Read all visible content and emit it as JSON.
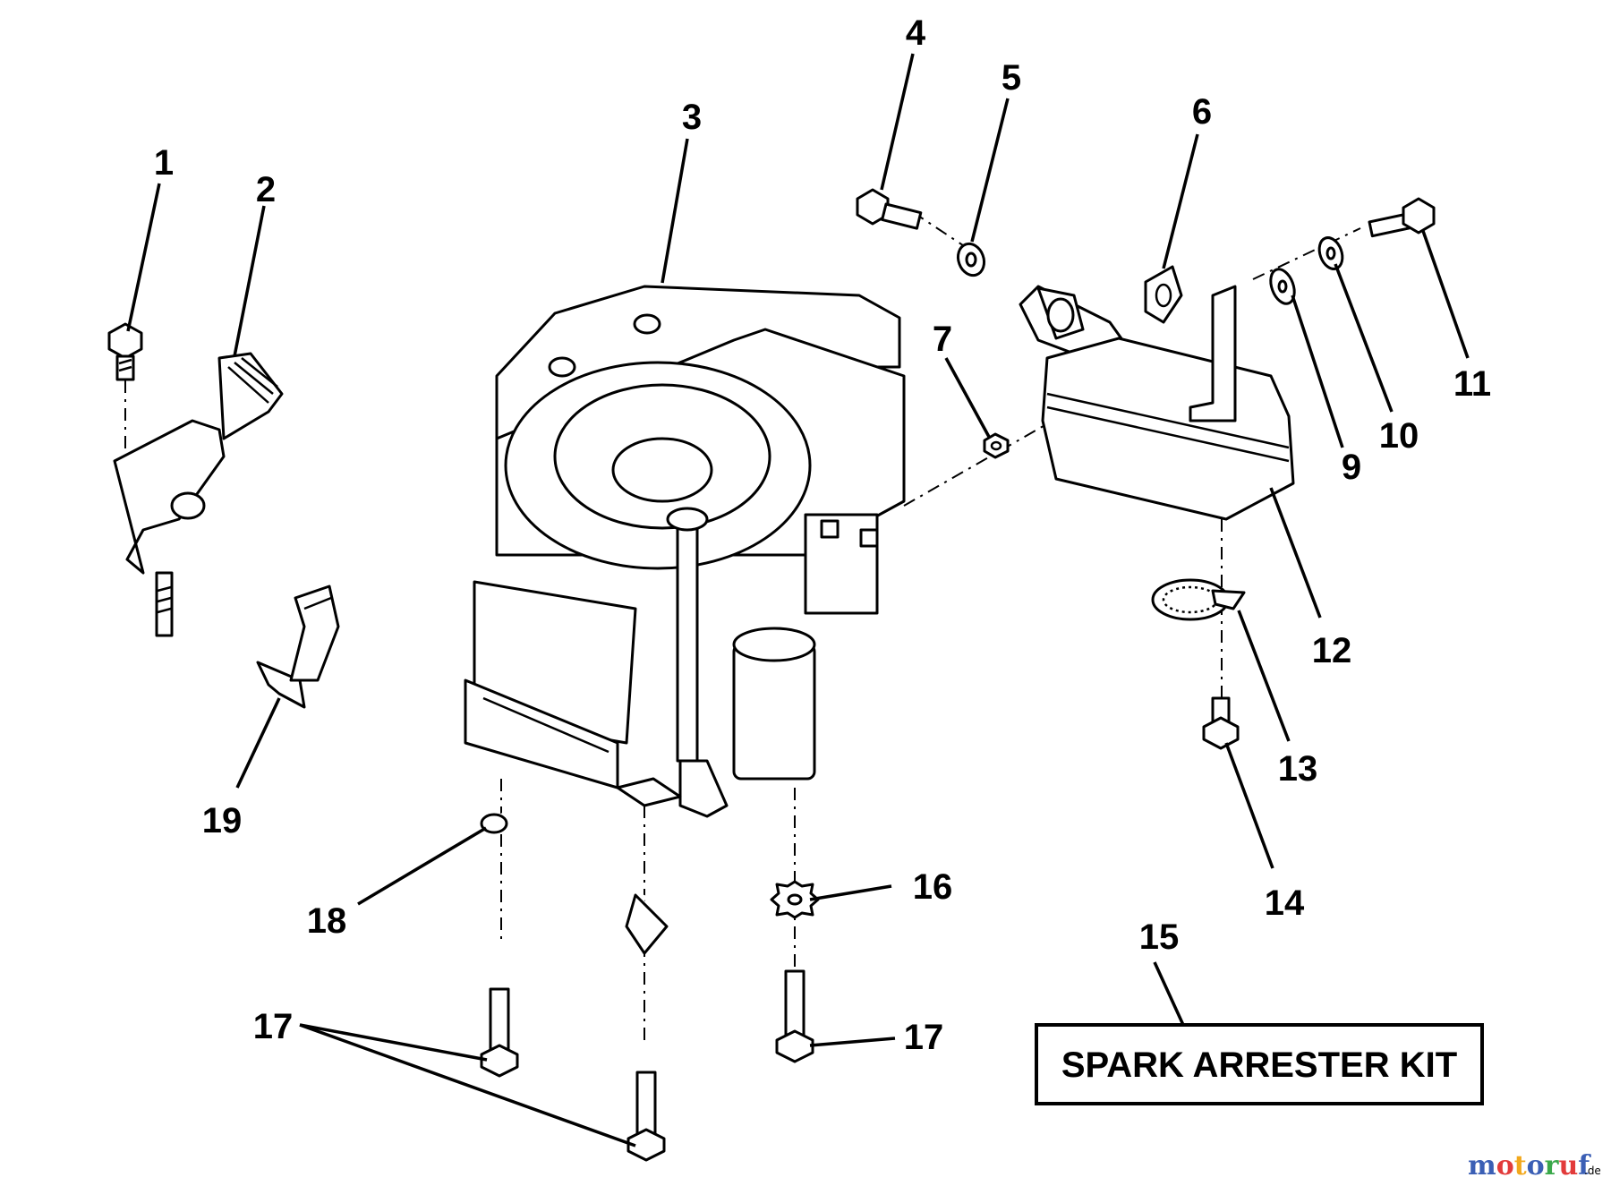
{
  "callouts": {
    "c1": "1",
    "c2": "2",
    "c3": "3",
    "c4": "4",
    "c5": "5",
    "c6": "6",
    "c7": "7",
    "c8": "9",
    "c9": "10",
    "c10": "11",
    "c11": "12",
    "c12": "13",
    "c13": "14",
    "c14": "15",
    "c15": "16",
    "c16": "17",
    "c17": "17",
    "c18": "18",
    "c19": "19"
  },
  "kit_label": "SPARK ARRESTER KIT",
  "watermark": {
    "letters": [
      "m",
      "o",
      "t",
      "o",
      "r",
      "u",
      "f"
    ],
    "suffix": ".de",
    "colors": [
      "#3b5fb5",
      "#e23b3b",
      "#f2a81d",
      "#3b5fb5",
      "#3aa84a",
      "#e23b3b",
      "#3b5fb5"
    ]
  }
}
